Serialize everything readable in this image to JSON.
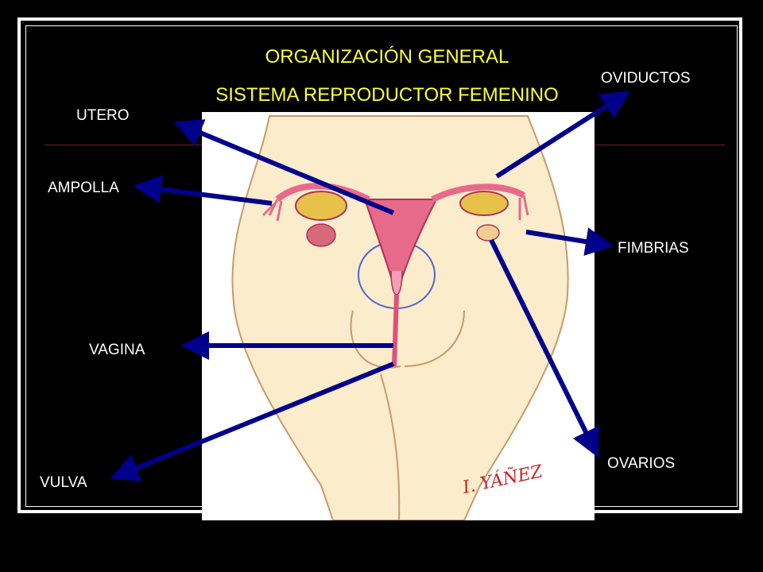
{
  "title": {
    "line1": "ORGANIZACIÓN GENERAL",
    "line2": "SISTEMA REPRODUCTOR FEMENINO"
  },
  "labels": {
    "utero": "UTERO",
    "ampolla": "AMPOLLA",
    "vagina": "VAGINA",
    "vulva": "VULVA",
    "oviductos": "OVIDUCTOS",
    "fimbrias": "FIMBRIAS",
    "ovarios": "OVARIOS"
  },
  "illustration": {
    "signature": "I. YÁÑEZ"
  },
  "colors": {
    "background": "#000000",
    "title": "#ffff33",
    "label": "#ffffff",
    "arrow": "#00008b",
    "skin": "#fbeccb",
    "organ": "#e86a8a",
    "ovary": "#e6c24a"
  }
}
